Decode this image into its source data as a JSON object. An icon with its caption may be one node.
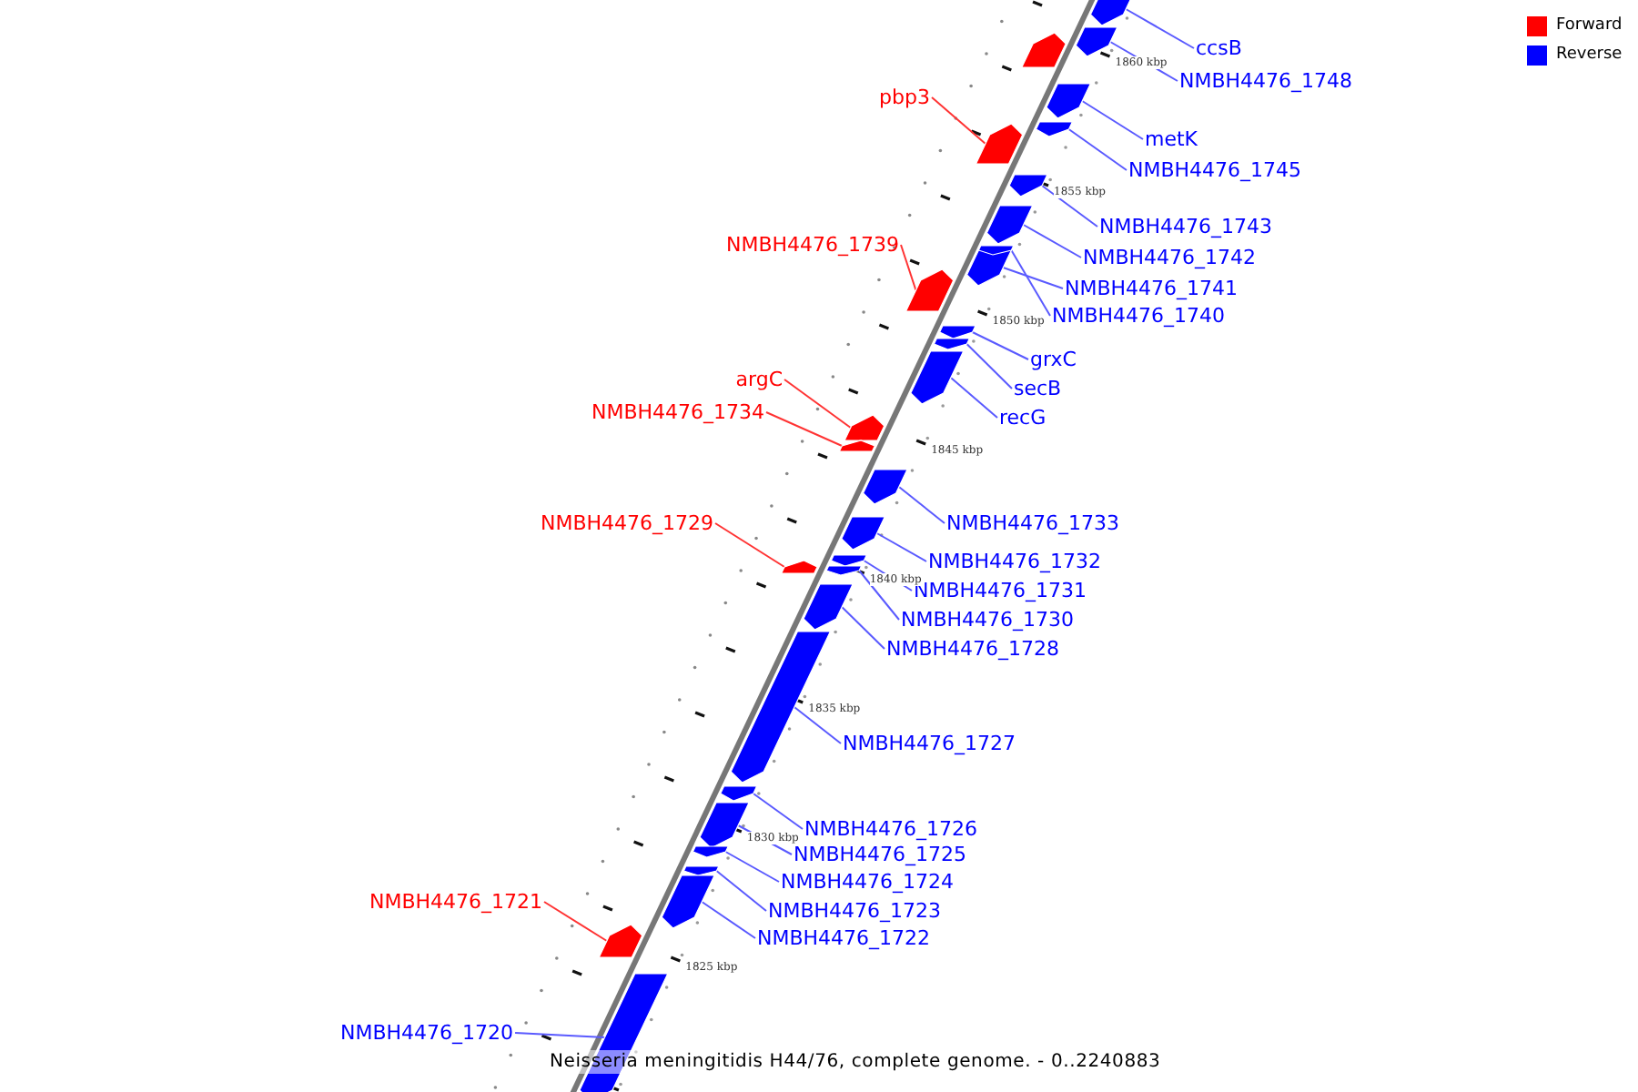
{
  "diagram": {
    "caption": "Neisseria meningitidis H44/76, complete genome. - 0..2240883",
    "nodes": [
      {
        "text": [
          "ccsB"
        ]
      },
      {
        "text": [
          "NMBH4476_1748"
        ]
      },
      {
        "text": [
          "pbp3"
        ]
      },
      {
        "text": [
          "metK"
        ]
      },
      {
        "text": [
          "NMBH4476_1745"
        ]
      },
      {
        "text": [
          "NMBH4476_1743"
        ]
      },
      {
        "text": [
          "NMBH4476_1739"
        ]
      },
      {
        "text": [
          "NMBH4476_1742"
        ]
      },
      {
        "text": [
          "NMBH4476_1741"
        ]
      },
      {
        "text": [
          "NMBH4476_1740"
        ]
      },
      {
        "text": [
          "grxC"
        ]
      },
      {
        "text": [
          "argC"
        ]
      },
      {
        "text": [
          "secB"
        ]
      },
      {
        "text": [
          "NMBH4476_1734"
        ]
      },
      {
        "text": [
          "recG"
        ]
      },
      {
        "text": [
          "NMBH4476_1733"
        ]
      },
      {
        "text": [
          "NMBH4476_1729"
        ]
      },
      {
        "text": [
          "NMBH4476_1732"
        ]
      },
      {
        "text": [
          "NMBH4476_1731"
        ]
      },
      {
        "text": [
          "NMBH4476_1730"
        ]
      },
      {
        "text": [
          "NMBH4476_1728"
        ]
      },
      {
        "text": [
          "NMBH4476_1727"
        ]
      },
      {
        "text": [
          "NMBH4476_1726"
        ]
      },
      {
        "text": [
          "NMBH4476_1725"
        ]
      },
      {
        "text": [
          "NMBH4476_1724"
        ]
      },
      {
        "text": [
          "NMBH4476_1721"
        ]
      },
      {
        "text": [
          "NMBH4476_1723"
        ]
      },
      {
        "text": [
          "NMBH4476_1722"
        ]
      },
      {
        "text": [
          "NMBH4476_1720"
        ]
      },
      {
        "text": [],
        "shape": "bar"
      },
      {
        "text": [],
        "shape": "bar"
      },
      {
        "text": [],
        "shape": "bar"
      },
      {
        "text": [],
        "shape": "bar"
      },
      {
        "text": [],
        "shape": "bar"
      },
      {
        "text": [],
        "shape": "bar"
      },
      {
        "text": [],
        "shape": "bar"
      },
      {
        "text": [],
        "shape": "bar"
      },
      {
        "text": [],
        "shape": "bar"
      },
      {
        "text": [],
        "shape": "bar"
      },
      {
        "text": [],
        "shape": "bar"
      },
      {
        "text": [],
        "shape": "bar"
      },
      {
        "text": [],
        "shape": "bar"
      },
      {
        "text": [],
        "shape": "bar"
      },
      {
        "text": [],
        "shape": "bar"
      },
      {
        "text": [],
        "shape": "bar"
      },
      {
        "text": [],
        "shape": "bar"
      },
      {
        "text": [],
        "shape": "bar"
      },
      {
        "text": [],
        "shape": "bar"
      },
      {
        "text": [],
        "shape": "bar"
      },
      {
        "text": [],
        "shape": "bar"
      },
      {
        "text": [],
        "shape": "bar"
      },
      {
        "text": [],
        "shape": "bar"
      },
      {
        "text": [],
        "shape": "bar"
      },
      {
        "text": [],
        "shape": "bar"
      },
      {
        "text": [],
        "shape": "bar"
      },
      {
        "text": [],
        "shape": "bar"
      },
      {
        "text": [],
        "shape": "bar"
      },
      {
        "text": [],
        "shape": "bar"
      },
      {
        "text": [],
        "shape": "bar"
      }
    ],
    "edges": [
      {
        "from": 0,
        "to": 29,
        "arrow": "none"
      },
      {
        "from": 1,
        "to": 30,
        "arrow": "none"
      },
      {
        "from": 2,
        "to": 31,
        "arrow": "none",
        "color": "#ff3333"
      },
      {
        "from": 3,
        "to": 32,
        "arrow": "none"
      },
      {
        "from": 4,
        "to": 33,
        "arrow": "none"
      },
      {
        "from": 5,
        "to": 34,
        "arrow": "none"
      },
      {
        "from": 6,
        "to": 35,
        "arrow": "none",
        "color": "#ff3333"
      },
      {
        "from": 7,
        "to": 36,
        "arrow": "none"
      },
      {
        "from": 8,
        "to": 37,
        "arrow": "none"
      },
      {
        "from": 9,
        "to": 38,
        "arrow": "none"
      },
      {
        "from": 10,
        "to": 39,
        "arrow": "none"
      },
      {
        "from": 11,
        "to": 40,
        "arrow": "none",
        "color": "#ff3333"
      },
      {
        "from": 12,
        "to": 41,
        "arrow": "none"
      },
      {
        "from": 13,
        "to": 42,
        "arrow": "none",
        "color": "#ff3333"
      },
      {
        "from": 14,
        "to": 43,
        "arrow": "none"
      },
      {
        "from": 15,
        "to": 44,
        "arrow": "none"
      },
      {
        "from": 16,
        "to": 45,
        "arrow": "none",
        "color": "#ff3333"
      },
      {
        "from": 17,
        "to": 46,
        "arrow": "none"
      },
      {
        "from": 18,
        "to": 47,
        "arrow": "none"
      },
      {
        "from": 19,
        "to": 48,
        "arrow": "none"
      },
      {
        "from": 20,
        "to": 49,
        "arrow": "none"
      },
      {
        "from": 21,
        "to": 50,
        "arrow": "none"
      },
      {
        "from": 22,
        "to": 51,
        "arrow": "none"
      },
      {
        "from": 23,
        "to": 52,
        "arrow": "none"
      },
      {
        "from": 24,
        "to": 53,
        "arrow": "none"
      },
      {
        "from": 25,
        "to": 54,
        "arrow": "none",
        "color": "#ff3333"
      },
      {
        "from": 26,
        "to": 55,
        "arrow": "none"
      },
      {
        "from": 27,
        "to": 56,
        "arrow": "none"
      },
      {
        "from": 28,
        "to": 57,
        "arrow": "none"
      }
    ],
    "labels": [
      "1860 kbp",
      "1855 kbp",
      "1850 kbp",
      "1845 kbp",
      "1840 kbp",
      "1835 kbp",
      "1830 kbp",
      "1825 kbp"
    ],
    "legend": [
      {
        "text": "Forward",
        "color": "#ff0000"
      },
      {
        "text": "Reverse",
        "color": "#0000ff"
      }
    ]
  }
}
